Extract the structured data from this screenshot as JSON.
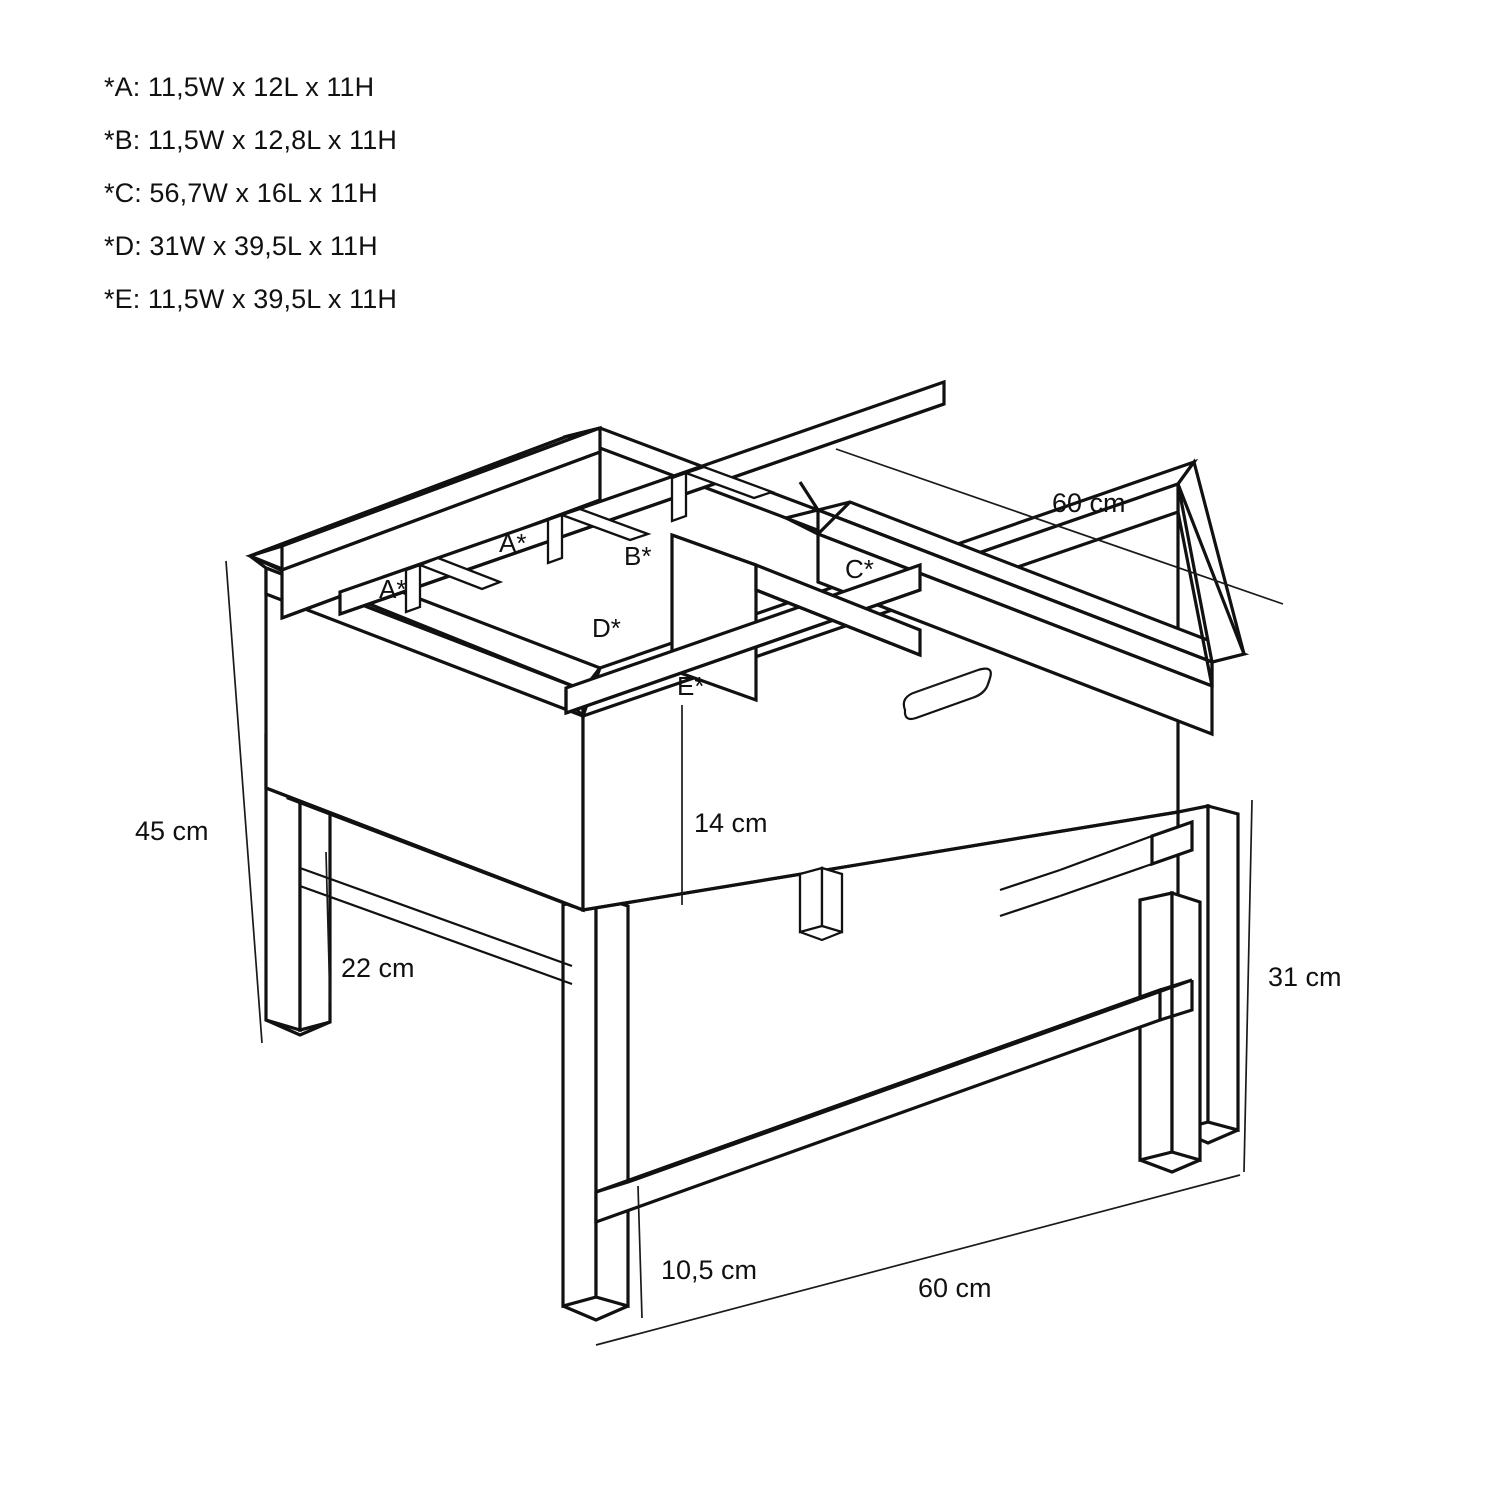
{
  "legend": {
    "items": [
      "*A: 11,5W x 12L x 11H",
      "*B: 11,5W x 12,8L x 11H",
      "*C: 56,7W x 16L x 11H",
      "*D: 31W x 39,5L x 11H",
      "*E: 11,5W x 39,5L x 11H"
    ]
  },
  "compartments": {
    "a1": "A*",
    "a2": "A*",
    "b": "B*",
    "c": "C*",
    "d": "D*",
    "e": "E*"
  },
  "dimensions": {
    "depth_top": "60 cm",
    "total_height": "45 cm",
    "tray_depth": "14 cm",
    "side_stretcher_height": "22 cm",
    "leg_clearance_right": "31 cm",
    "lower_rail_height": "10,5 cm",
    "width_bottom": "60 cm"
  },
  "style": {
    "line_color": "#111111",
    "fill_color": "#ffffff",
    "background": "#ffffff"
  },
  "icons": {
    "handle": "drawer-pull-handle"
  }
}
